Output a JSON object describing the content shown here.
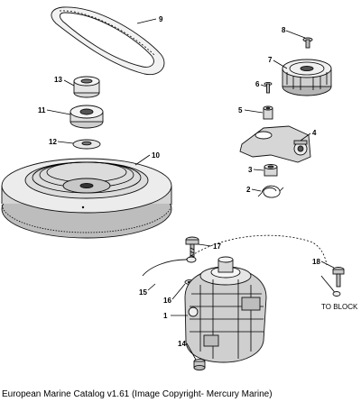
{
  "callouts": {
    "c1": "1",
    "c2": "2",
    "c3": "3",
    "c4": "4",
    "c5": "5",
    "c6": "6",
    "c7": "7",
    "c8": "8",
    "c9": "9",
    "c10": "10",
    "c11": "11",
    "c12": "12",
    "c13": "13",
    "c14": "14",
    "c15": "15",
    "c16": "16",
    "c17": "17",
    "c18": "18"
  },
  "note": "TO BLOCK",
  "footer": "European Marine Catalog v1.61 (Image Copyright- Mercury Marine)"
}
